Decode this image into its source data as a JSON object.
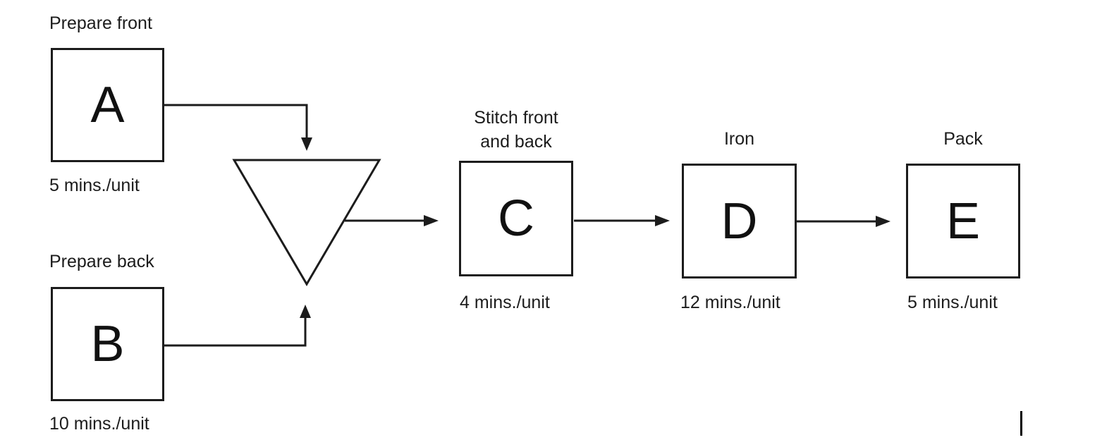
{
  "stations": {
    "a": {
      "letter": "A",
      "label": "Prepare front",
      "rate": "5 mins./unit"
    },
    "b": {
      "letter": "B",
      "label": "Prepare back",
      "rate": "10 mins./unit"
    },
    "c": {
      "letter": "C",
      "label_line1": "Stitch front",
      "label_line2": "and back",
      "rate": "4 mins./unit"
    },
    "d": {
      "letter": "D",
      "label": "Iron",
      "rate": "12 mins./unit"
    },
    "e": {
      "letter": "E",
      "label": "Pack",
      "rate": "5 mins./unit"
    }
  },
  "buffer": {
    "symbol": "inverted-triangle",
    "meaning": "inventory buffer between A/B and C"
  },
  "flows": [
    {
      "from": "A",
      "to": "buffer"
    },
    {
      "from": "B",
      "to": "buffer"
    },
    {
      "from": "buffer",
      "to": "C"
    },
    {
      "from": "C",
      "to": "D"
    },
    {
      "from": "D",
      "to": "E"
    }
  ],
  "colors": {
    "stroke": "#1c1c1c",
    "text": "#1c1c1c",
    "background": "#ffffff"
  }
}
